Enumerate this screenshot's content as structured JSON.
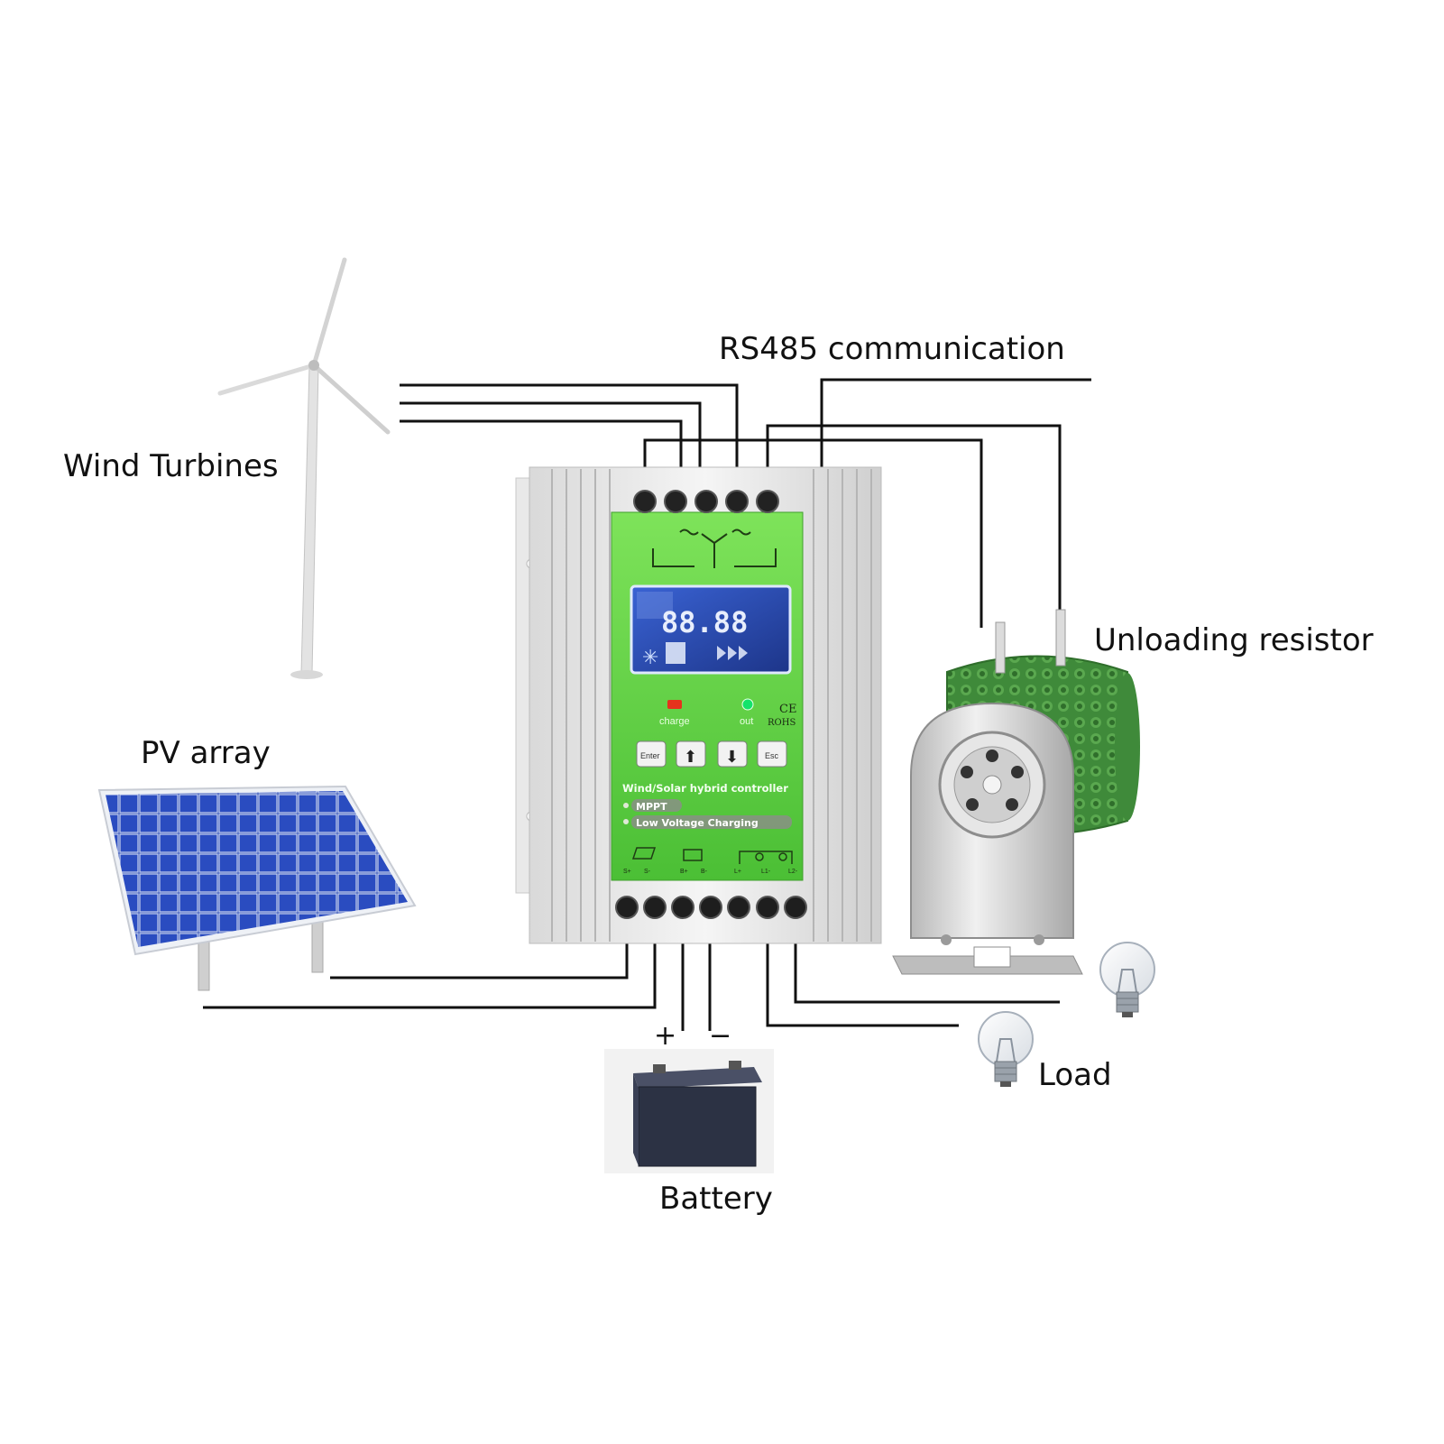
{
  "labels": {
    "rs485": "RS485 communication",
    "wind": "Wind Turbines",
    "unloading": "Unloading resistor",
    "pv": "PV array",
    "load": "Load",
    "battery": "Battery",
    "battery_plus": "+",
    "battery_minus": "−"
  },
  "controller": {
    "title": "Wind/Solar hybrid controller",
    "mppt": "MPPT",
    "low_voltage": "Low Voltage Charging",
    "lcd_digits": "88.88",
    "led_charge": "charge",
    "led_out": "out",
    "ce_mark": "CE",
    "rohs_mark": "ROHS",
    "buttons": {
      "enter": "Enter",
      "esc": "Esc"
    },
    "terminals": [
      "S+",
      "S-",
      "B+",
      "B-",
      "L+",
      "L1-",
      "L2-"
    ]
  },
  "colors": {
    "panel_green": "#6cd64a",
    "panel_green_dark": "#3f9f2c",
    "lcd_blue": "#2b4fb8",
    "wire": "#111111",
    "resistor_green": "#3f8a3a",
    "solar_blue": "#1f3a9e"
  }
}
